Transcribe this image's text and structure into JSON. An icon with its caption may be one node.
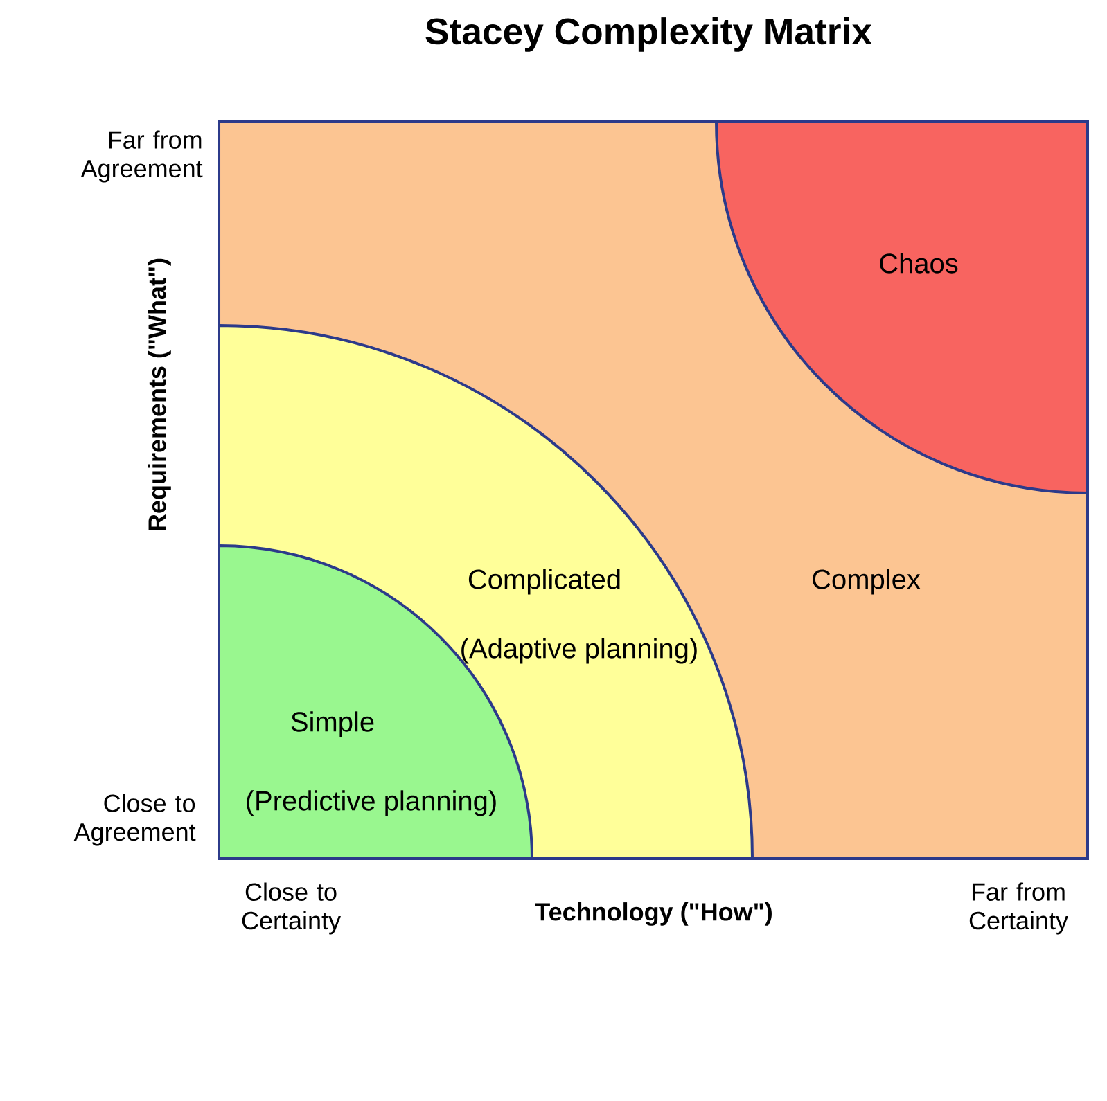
{
  "diagram": {
    "title": "Stacey Complexity Matrix",
    "nodes": [
      {
        "text": [
          "Complex"
        ]
      },
      {
        "text": [
          "Chaos"
        ],
        "in": 0
      },
      {
        "text": [
          "Complicated",
          "(Adaptive planning)"
        ],
        "in": 0
      },
      {
        "text": [
          "Simple",
          "(Predictive planning)"
        ],
        "in": 2
      }
    ],
    "edges": [],
    "labels": [
      "Far from Agreement",
      "Requirements (\"What\")",
      "Close to Agreement",
      "Close to Certainty",
      "Technology (\"How\")",
      "Far from Certainty"
    ]
  }
}
